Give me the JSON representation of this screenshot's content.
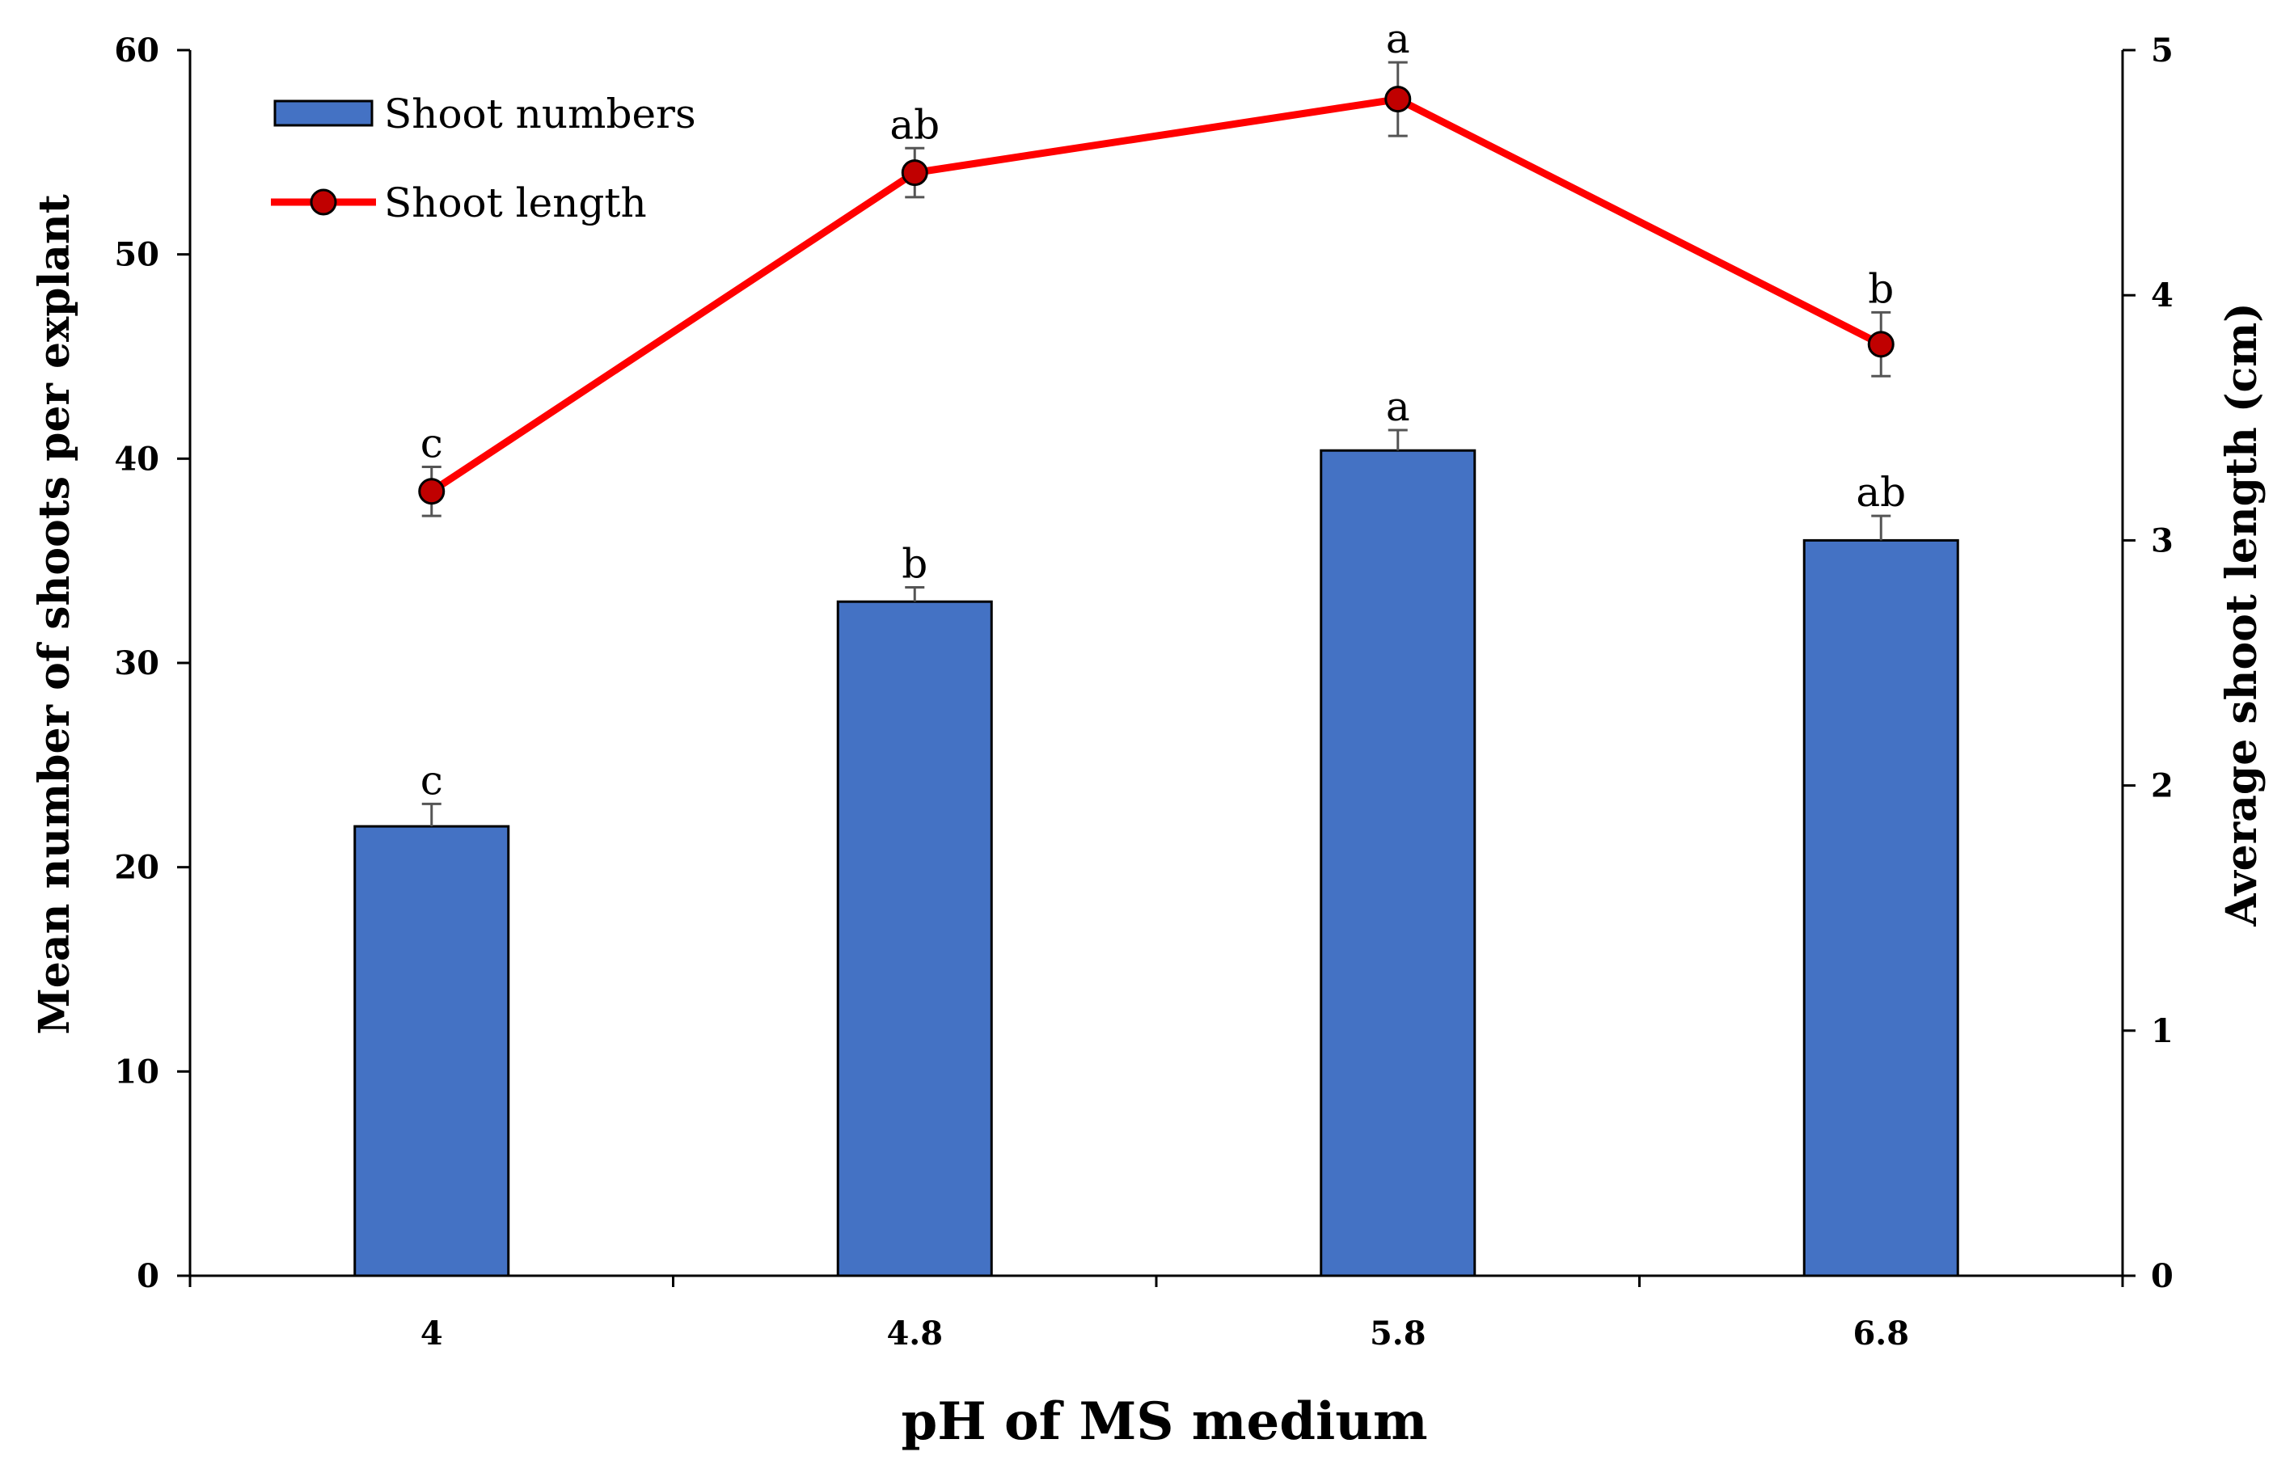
{
  "chart_data": {
    "type": "bar",
    "xlabel": "pH of MS medium",
    "ylabel": "Mean number of shoots per explant",
    "y2label": "Average shoot length (cm)",
    "categories": [
      "4",
      "4.8",
      "5.8",
      "6.8"
    ],
    "ylim": [
      0,
      60
    ],
    "y2lim": [
      0,
      5
    ],
    "yticks": [
      "0",
      "10",
      "20",
      "30",
      "40",
      "50",
      "60"
    ],
    "y2ticks": [
      "0",
      "1",
      "2",
      "3",
      "4",
      "5"
    ],
    "legend_position": "top-left",
    "grid": false,
    "series": [
      {
        "name": "Shoot numbers",
        "type": "bar",
        "axis": "left",
        "color": "#4472C4",
        "values": [
          22,
          33,
          40.4,
          36
        ],
        "errors": [
          1.1,
          0.7,
          1.0,
          1.2
        ],
        "labels": [
          "c",
          "b",
          "a",
          "ab"
        ]
      },
      {
        "name": "Shoot length",
        "type": "line",
        "axis": "right",
        "color": "#FF0000",
        "marker_color": "#C00000",
        "values": [
          3.2,
          4.5,
          4.8,
          3.8
        ],
        "errors": [
          0.1,
          0.1,
          0.15,
          0.13
        ],
        "labels": [
          "c",
          "ab",
          "a",
          "b"
        ]
      }
    ]
  }
}
